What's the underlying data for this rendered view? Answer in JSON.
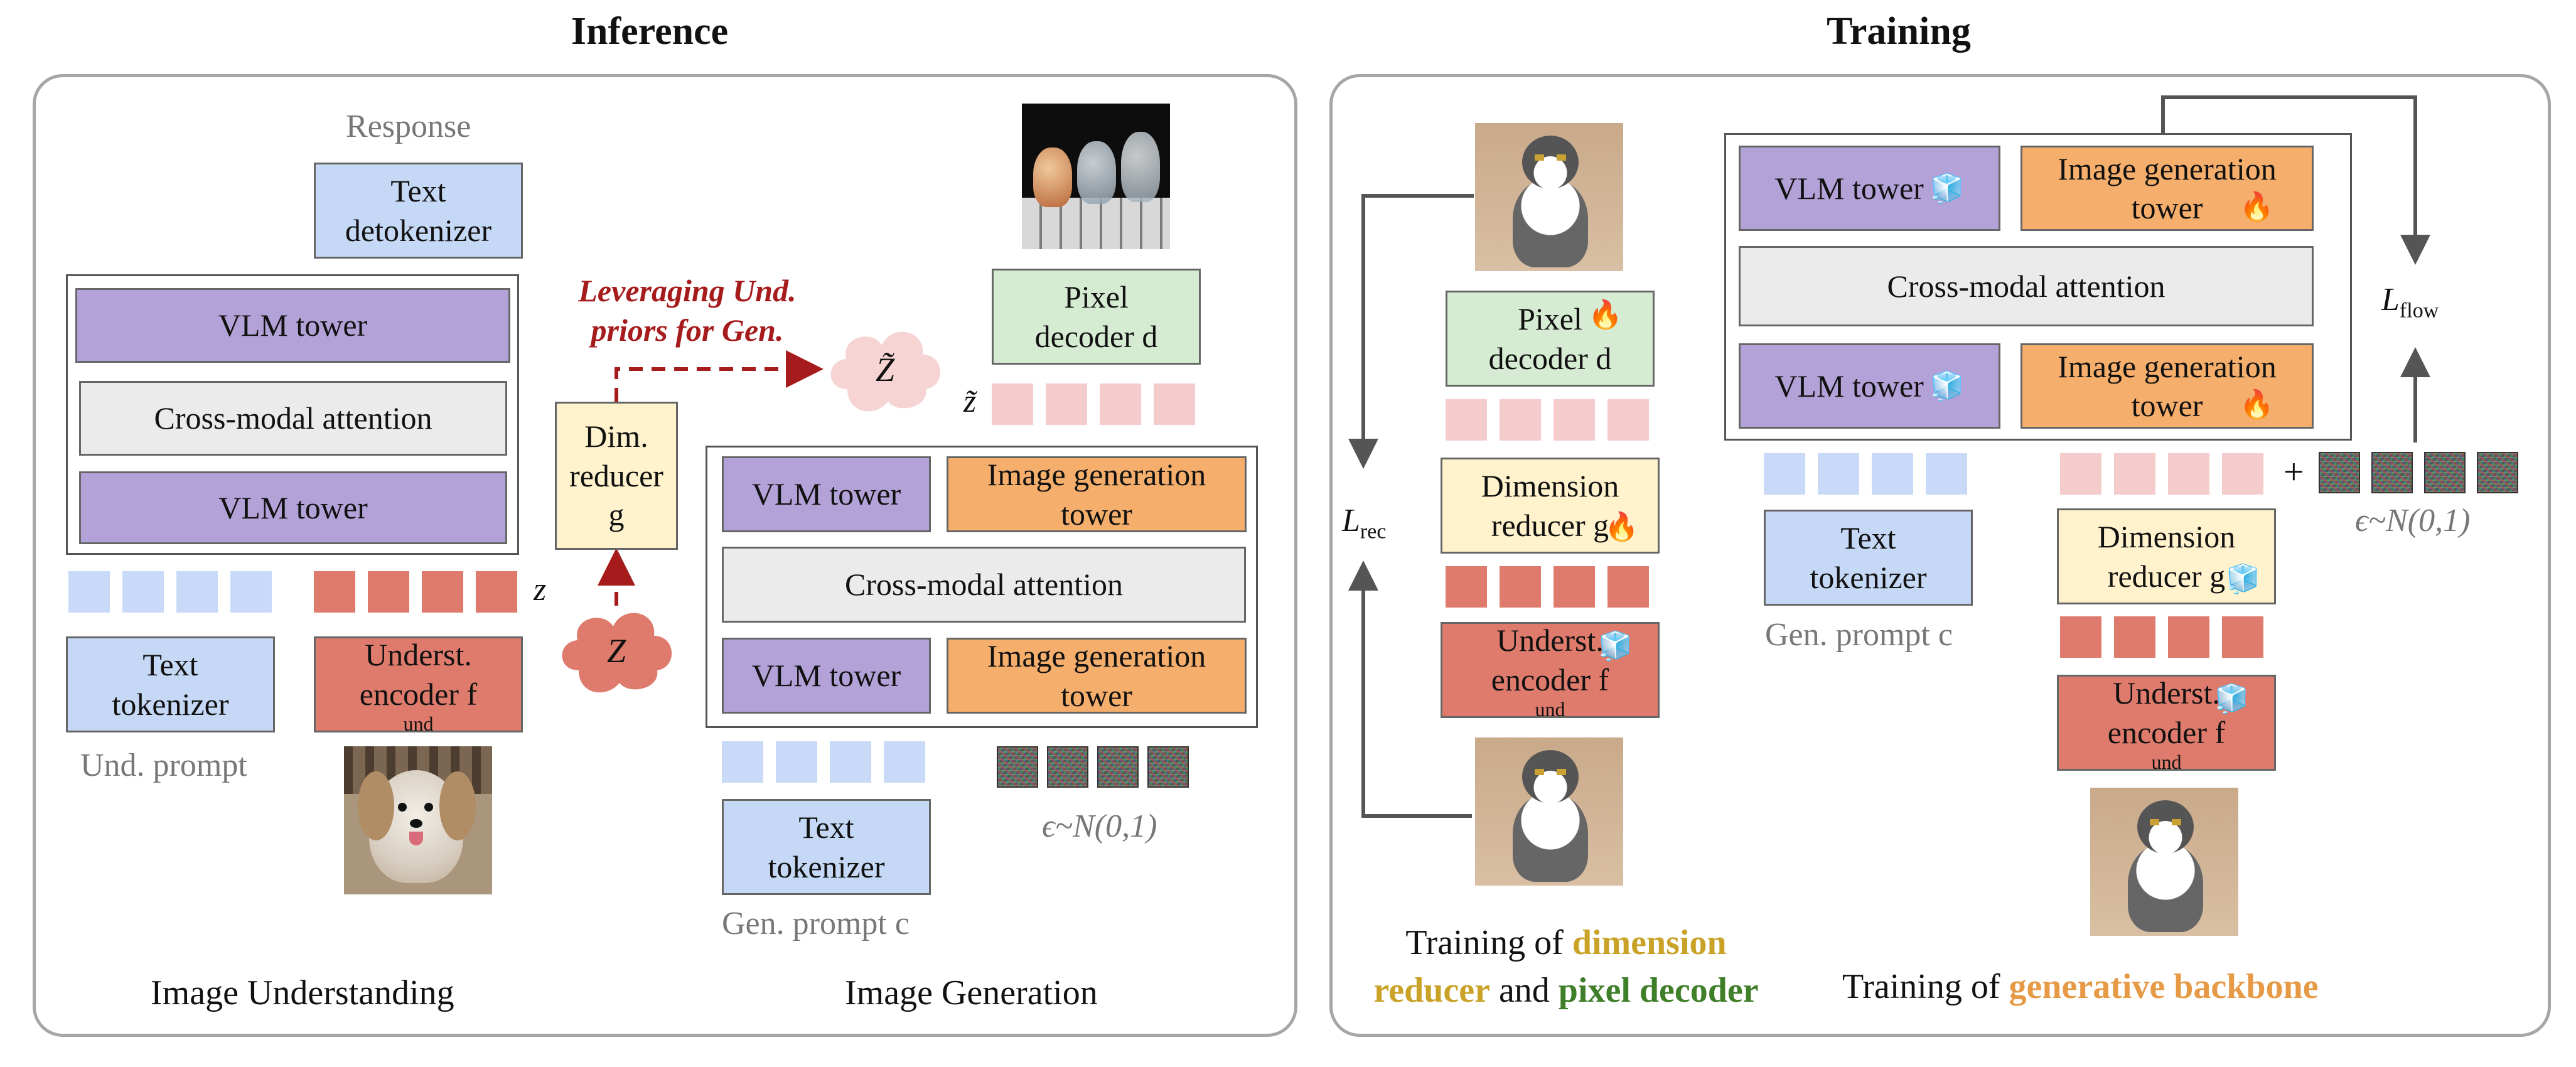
{
  "titles": {
    "inference": "Inference",
    "training": "Training"
  },
  "inference": {
    "response": "Response",
    "text_detokenizer": "Text detokenizer",
    "vlm_tower": "VLM tower",
    "cross_modal_attention": "Cross-modal attention",
    "image_generation_tower": "Image generation tower",
    "text_tokenizer": "Text tokenizer",
    "underst_encoder": "Underst. encoder f",
    "underst_encoder_sub": "und",
    "und_prompt": "Und. prompt",
    "z_label": "z",
    "Z_label": "Z",
    "Ztilde_label": "Z̃",
    "ztilde_label": "z̃",
    "dim_reducer": "Dim. reducer g",
    "leveraging": "Leveraging Und. priors for Gen.",
    "pixel_decoder": "Pixel decoder  d",
    "epsilon": "ϵ~N(0,1)",
    "gen_prompt": "Gen. prompt c",
    "image_understanding": "Image Understanding",
    "image_generation": "Image Generation"
  },
  "training": {
    "pixel_decoder": "Pixel decoder  d",
    "dimension_reducer": "Dimension reducer g",
    "underst_encoder": "Underst. encoder f",
    "underst_encoder_sub": "und",
    "l_rec": "L",
    "l_rec_sub": "rec",
    "l_flow": "L",
    "l_flow_sub": "flow",
    "vlm_tower": "VLM tower",
    "image_generation_tower": "Image generation tower",
    "cross_modal_attention": "Cross-modal attention",
    "text_tokenizer": "Text tokenizer",
    "gen_prompt": "Gen. prompt c",
    "plus": "+",
    "epsilon": "ϵ~N(0,1)",
    "caption_left_1": "Training of ",
    "caption_left_hl1": "dimension reducer",
    "caption_left_2": " and ",
    "caption_left_hl2": "pixel decoder",
    "caption_right_1": "Training of ",
    "caption_right_hl": "generative backbone"
  },
  "icons": {
    "frozen": "ice-cube-icon",
    "trainable": "fire-icon"
  },
  "colors": {
    "vlm": "#b3a2d8",
    "image_gen": "#f5ae6b",
    "tokenizer": "#c5d8f5",
    "pixel_decoder": "#d5ecd2",
    "dim_reducer": "#fff2cc",
    "und_encoder": "#de7b6c",
    "arrow_red": "#a61c1c",
    "highlight_gold": "#c9a227",
    "highlight_green": "#3f7f2a",
    "highlight_orange": "#e69a45"
  }
}
